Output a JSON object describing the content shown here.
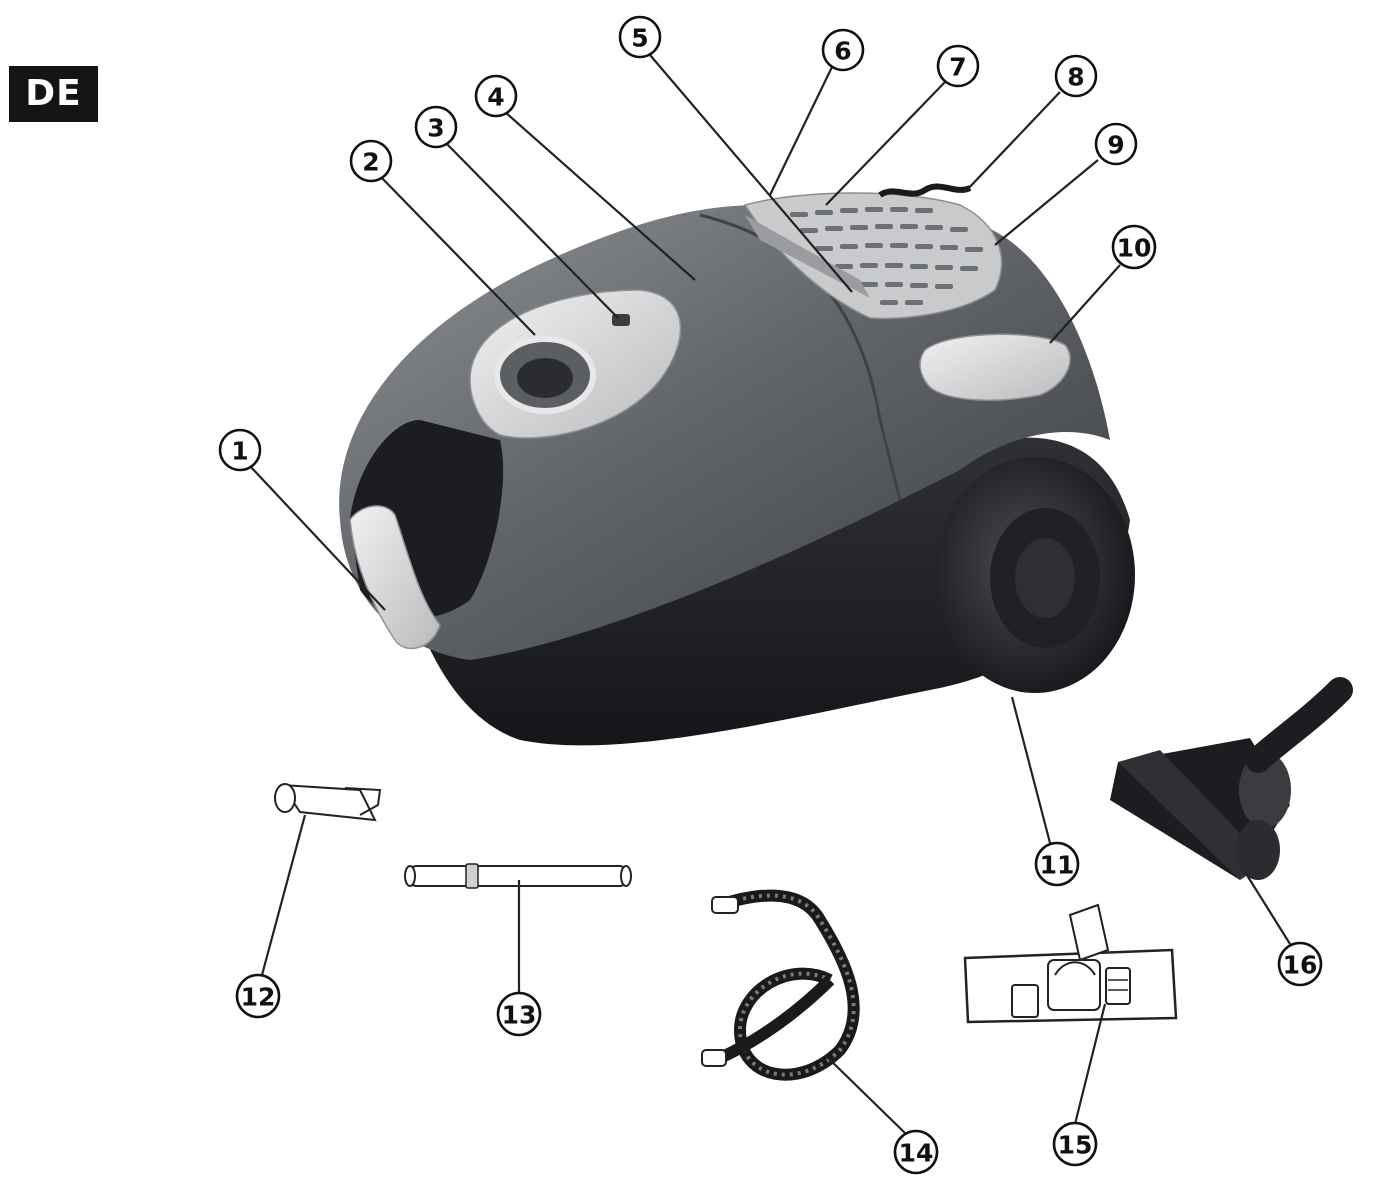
{
  "language_badge": "DE",
  "colors": {
    "body_dark": "#2b2d31",
    "body_mid": "#5f6267",
    "body_light": "#8d9095",
    "accent_silver": "#d9dadb",
    "outline": "#111111"
  },
  "callouts": [
    {
      "number": "1"
    },
    {
      "number": "2"
    },
    {
      "number": "3"
    },
    {
      "number": "4"
    },
    {
      "number": "5"
    },
    {
      "number": "6"
    },
    {
      "number": "7"
    },
    {
      "number": "8"
    },
    {
      "number": "9"
    },
    {
      "number": "10"
    },
    {
      "number": "11"
    },
    {
      "number": "12"
    },
    {
      "number": "13"
    },
    {
      "number": "14"
    },
    {
      "number": "15"
    },
    {
      "number": "16"
    }
  ]
}
